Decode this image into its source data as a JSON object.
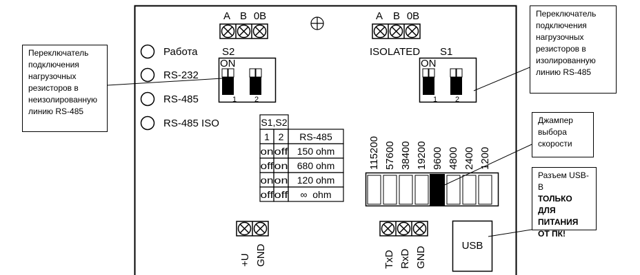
{
  "terminals": {
    "top_left_labels": [
      "A",
      "B",
      "0B"
    ],
    "top_right_labels": [
      "A",
      "B",
      "0B"
    ],
    "power_labels": [
      "+U",
      "GND"
    ],
    "uart_labels": [
      "TxD",
      "RxD",
      "GND"
    ]
  },
  "leds": [
    "Работа",
    "RS-232",
    "RS-485",
    "RS-485 ISO"
  ],
  "switch_s2": {
    "name": "S2",
    "on_label": "ON",
    "pos1": "1",
    "pos2": "2"
  },
  "switch_s1": {
    "name": "S1",
    "on_label": "ON",
    "pos1": "1",
    "pos2": "2"
  },
  "isolated_label": "ISOLATED",
  "table": {
    "header_group": "S1,S2",
    "col1": "1",
    "col2": "2",
    "col3": "RS-485",
    "rows": [
      [
        "on",
        "off",
        "150 ohm"
      ],
      [
        "off",
        "on",
        "680 ohm"
      ],
      [
        "on",
        "on",
        "120 ohm"
      ],
      [
        "off",
        "off",
        "∞  ohm"
      ]
    ]
  },
  "speeds": [
    "115200",
    "57600",
    "38400",
    "19200",
    "9600",
    "4800",
    "2400",
    "1200"
  ],
  "selected_speed": "9600",
  "usb_label": "USB",
  "callouts": {
    "left": "Переключатель подключения нагрузочных резисторов в неизолированную линию RS-485",
    "right": "Переключатель подключения нагрузочных резисторов в изолированную линию RS-485",
    "jumper": "Джампер выбора скорости",
    "usb_normal": "Разъем USB-B",
    "usb_bold": "ТОЛЬКО ДЛЯ ПИТАНИЯ ОТ ПК!"
  }
}
